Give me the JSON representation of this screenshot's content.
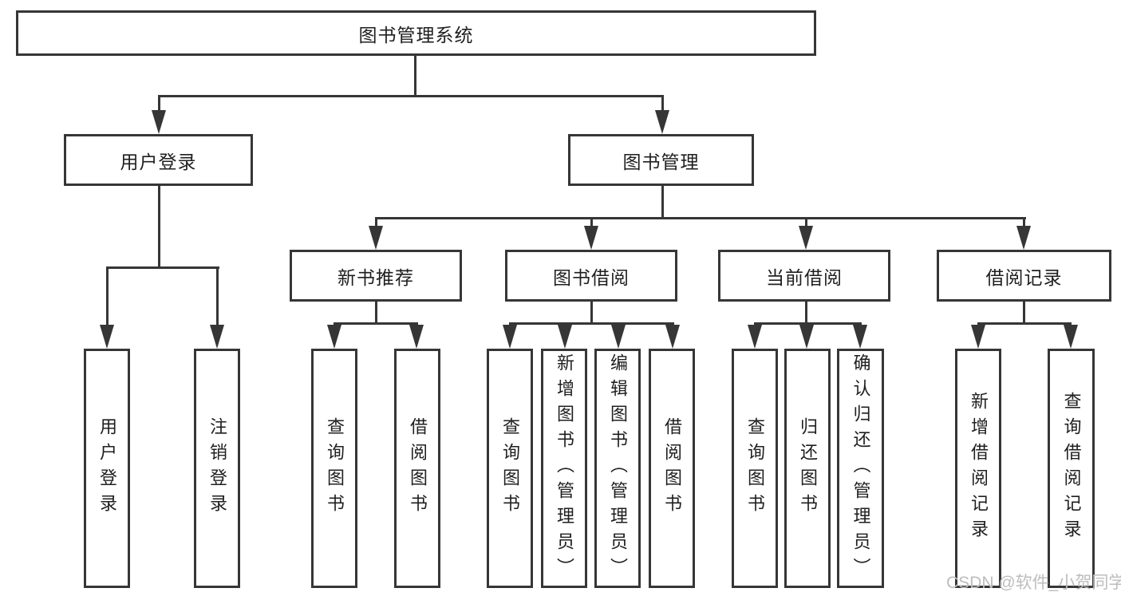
{
  "colors": {
    "line": "#363636",
    "text": "#1f1f1f",
    "watermark": "#bdbdbd",
    "background": "#ffffff"
  },
  "nodes": {
    "root": {
      "label": "图书管理系统"
    },
    "level2": [
      {
        "label": "用户登录"
      },
      {
        "label": "图书管理"
      }
    ],
    "level3": [
      {
        "label": "新书推荐"
      },
      {
        "label": "图书借阅"
      },
      {
        "label": "当前借阅"
      },
      {
        "label": "借阅记录"
      }
    ],
    "leaves": [
      {
        "label": "用户登录"
      },
      {
        "label": "注销登录"
      },
      {
        "label": "查询图书"
      },
      {
        "label": "借阅图书"
      },
      {
        "label": "查询图书"
      },
      {
        "label": "新增图书（管理员）"
      },
      {
        "label": "编辑图书（管理员）"
      },
      {
        "label": "借阅图书"
      },
      {
        "label": "查询图书"
      },
      {
        "label": "归还图书"
      },
      {
        "label": "确认归还（管理员）"
      },
      {
        "label": "新增借阅记录"
      },
      {
        "label": "查询借阅记录"
      }
    ]
  },
  "watermark": {
    "text": "CSDN @软件_小贺同学"
  }
}
